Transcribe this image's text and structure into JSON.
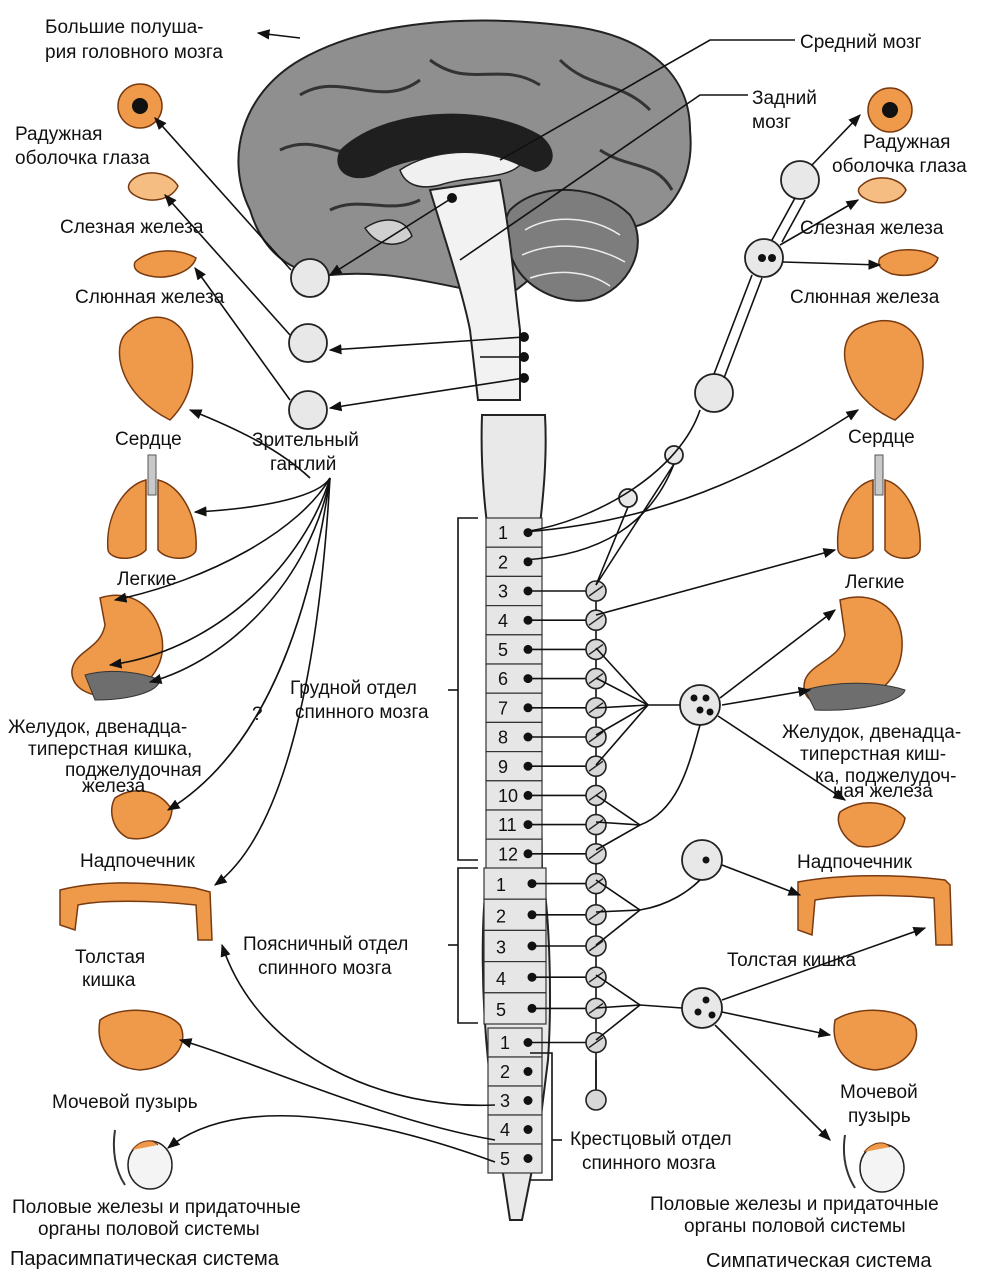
{
  "labels": {
    "cerebrum": [
      "Большие полуша-",
      "рия головного мозга"
    ],
    "midbrain": "Средний мозг",
    "hindbrain": [
      "Задний",
      "мозг"
    ],
    "left_iris": [
      "Радужная",
      "оболочка глаза"
    ],
    "left_lacrimal": "Слезная железа",
    "left_salivary": "Слюнная железа",
    "left_heart": "Сердце",
    "optic_ganglion": [
      "Зрительный",
      "ганглий"
    ],
    "left_lungs": "Легкие",
    "left_stomach": [
      "Желудок, двенадца-",
      "типерстная кишка,",
      "поджелудочная",
      "железа"
    ],
    "question": "?",
    "left_adrenal": "Надпочечник",
    "left_colon": [
      "Толстая",
      "кишка"
    ],
    "left_bladder": "Мочевой пузырь",
    "left_gonads": [
      "Половые железы и придаточные",
      "органы половой системы"
    ],
    "thoracic": [
      "Грудной отдел",
      "спинного мозга"
    ],
    "lumbar": [
      "Поясничный отдел",
      "спинного мозга"
    ],
    "sacral": [
      "Крестцовый отдел",
      "спинного мозга"
    ],
    "right_iris": [
      "Радужная",
      "оболочка глаза"
    ],
    "right_lacrimal": "Слезная железа",
    "right_salivary": "Слюнная железа",
    "right_heart": "Сердце",
    "right_lungs": "Легкие",
    "right_stomach": [
      "Желудок, двенадца-",
      "типерстная киш-",
      "ка, поджелудоч-",
      "ная железа"
    ],
    "right_adrenal": "Надпочечник",
    "right_colon": "Толстая кишка",
    "right_bladder": [
      "Мочевой",
      "пузырь"
    ],
    "right_gonads": [
      "Половые железы и придаточные",
      "органы половой системы"
    ]
  },
  "segments": {
    "thoracic": [
      "1",
      "2",
      "3",
      "4",
      "5",
      "6",
      "7",
      "8",
      "9",
      "10",
      "11",
      "12"
    ],
    "lumbar": [
      "1",
      "2",
      "3",
      "4",
      "5"
    ],
    "sacral": [
      "1",
      "2",
      "3",
      "4",
      "5"
    ]
  },
  "footer": {
    "left": "Парасимпатическая система",
    "right": "Симпатическая система"
  },
  "colors": {
    "organ": "#ef9a4a",
    "brain": "#9a9a9a"
  }
}
